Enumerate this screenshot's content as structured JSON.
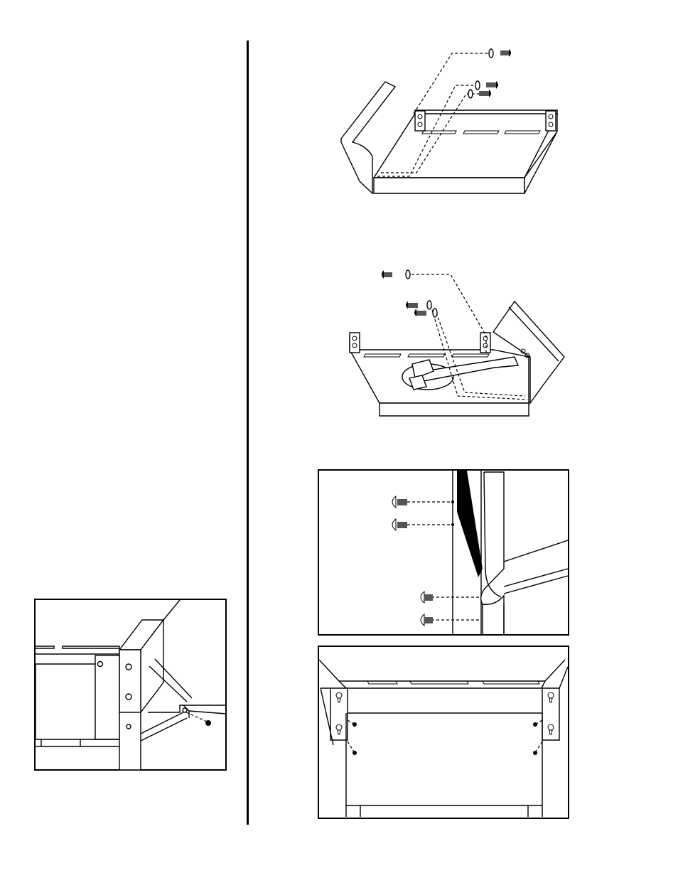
{
  "figures": [
    {
      "id": "fig-a",
      "description_hidden": false
    },
    {
      "id": "fig-b"
    },
    {
      "id": "fig-c"
    },
    {
      "id": "fig-d"
    },
    {
      "id": "fig-e"
    }
  ]
}
